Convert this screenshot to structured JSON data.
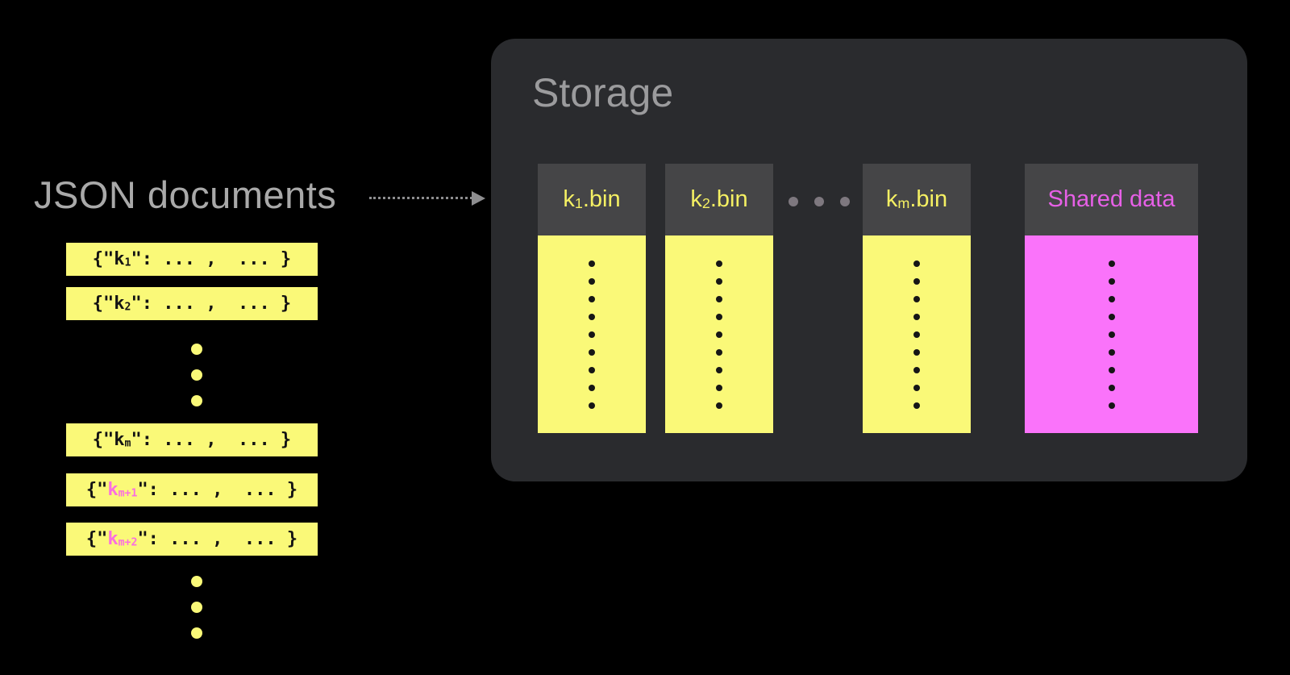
{
  "colors": {
    "background": "#000000",
    "yellow": "#FAF978",
    "magenta": "#FA73FA",
    "pink_key": "#FA6EE1",
    "yellow_label": "#F5F063",
    "magenta_label": "#E760E7",
    "storage_bg": "#2A2B2E",
    "bin_header_bg": "#454547",
    "title_gray": "#A9A9A9",
    "storage_title_gray": "#9B9B9D",
    "arrow_gray": "#8E8E90",
    "ellipsis_gray": "#7E787F",
    "dot_black": "#161616",
    "doc_text": "#131313"
  },
  "left": {
    "title": "JSON documents",
    "docs": [
      {
        "open": "{\"",
        "key": "k",
        "sub": "1",
        "rest": "\": ... ,  ... }"
      },
      {
        "open": "{\"",
        "key": "k",
        "sub": "2",
        "rest": "\": ... ,  ... }"
      },
      {
        "open": "{\"",
        "key": "k",
        "sub": "m",
        "rest": "\": ... ,  ... }"
      },
      {
        "open": "{\"",
        "key": "k",
        "sub": "m+1",
        "rest": "\": ... ,  ... }"
      },
      {
        "open": "{\"",
        "key": "k",
        "sub": "m+2",
        "rest": "\": ... ,  ... }"
      }
    ],
    "ellipsis_count": 3
  },
  "storage": {
    "title": "Storage",
    "bins": [
      {
        "key": "k",
        "sub": "1",
        "ext": ".bin"
      },
      {
        "key": "k",
        "sub": "2",
        "ext": ".bin"
      },
      {
        "key": "k",
        "sub": "m",
        "ext": ".bin"
      },
      {
        "label": "Shared data"
      }
    ],
    "ellipsis_count": 3,
    "dots_per_bin": 9
  }
}
